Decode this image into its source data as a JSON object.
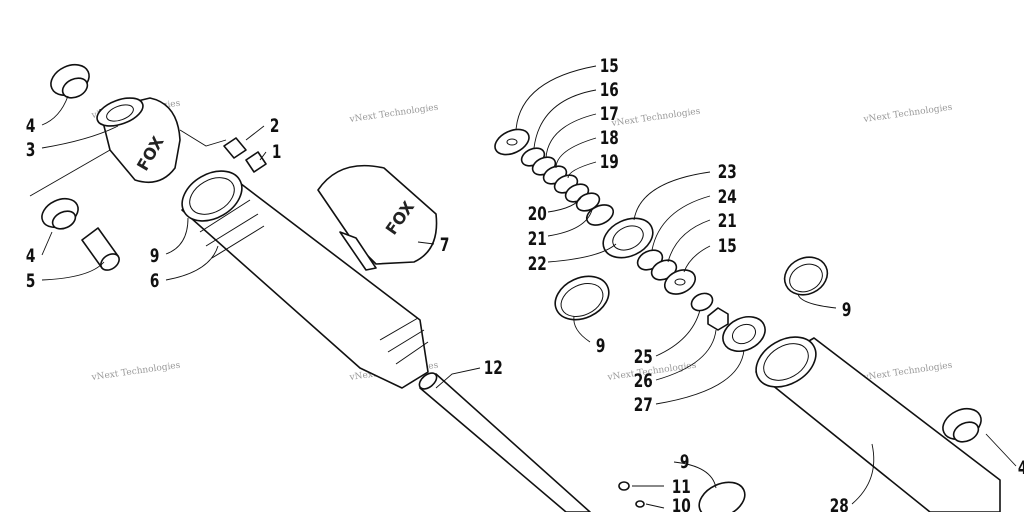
{
  "callouts": {
    "c1": "1",
    "c2": "2",
    "c3": "3",
    "c4a": "4",
    "c4b": "4",
    "c4c": "4",
    "c5": "5",
    "c6": "6",
    "c7": "7",
    "c9a": "9",
    "c9b": "9",
    "c9c": "9",
    "c9d": "9",
    "c10": "10",
    "c11": "11",
    "c12": "12",
    "c15a": "15",
    "c15b": "15",
    "c16": "16",
    "c17": "17",
    "c18": "18",
    "c19": "19",
    "c20": "20",
    "c21a": "21",
    "c21b": "21",
    "c22": "22",
    "c23": "23",
    "c24": "24",
    "c25": "25",
    "c26": "26",
    "c27": "27",
    "c28": "28"
  },
  "logo": "FOX",
  "watermark": "vNext Technologies"
}
